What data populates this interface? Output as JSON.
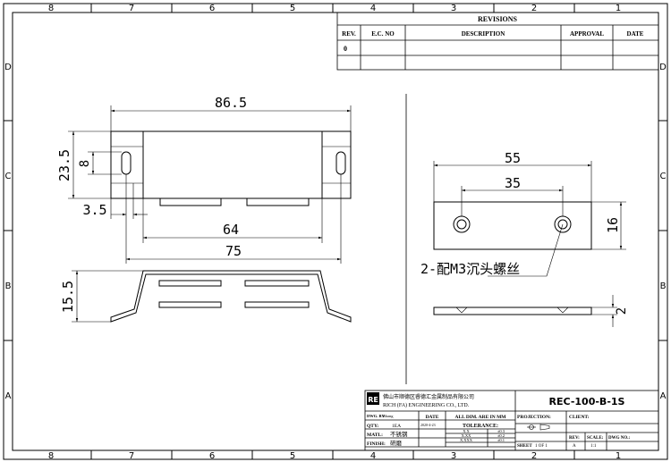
{
  "frame": {
    "col_labels": [
      "8",
      "7",
      "6",
      "5",
      "4",
      "3",
      "2",
      "1"
    ],
    "row_labels": [
      "D",
      "C",
      "B",
      "A"
    ]
  },
  "revisions": {
    "title": "REVISIONS",
    "headers": [
      "REV.",
      "E.C. NO",
      "DESCRIPTION",
      "APPROVAL",
      "DATE"
    ],
    "rows": [
      [
        "0",
        "",
        "",
        "",
        ""
      ]
    ]
  },
  "dimensions": {
    "overall_length": "86.5",
    "height": "23.5",
    "slot_height": "8",
    "slot_offset": "3.5",
    "inner_length": "64",
    "hole_span": "75",
    "side_height": "15.5",
    "plate_length": "55",
    "plate_hole_span": "35",
    "plate_height": "16",
    "plate_thickness": "2"
  },
  "annotation": {
    "screw_note": "2-配M3沉头螺丝"
  },
  "title_block": {
    "company_cn": "佛山市顺德区睿德汇金属制品有限公司",
    "company_en": "RICH (FA) ENGINEERING CO., LTD.",
    "logo_text": "RE",
    "drawing_no": "REC-100-B-1S",
    "dwg_by_label": "DWG. BY:",
    "dwg_by": "Zhang",
    "date_label": "DATE",
    "date": "2020-4-23",
    "dims_unit": "ALL DIM. ARE IN MM",
    "qty_label": "QTY:",
    "qty": "1EA",
    "tolerance_label": "TOLERANCE:",
    "tolerances": [
      {
        "fmt": "X.X",
        "val": "±0.3"
      },
      {
        "fmt": "X.XX",
        "val": "±0.2"
      },
      {
        "fmt": "X.XXX",
        "val": "±0.1"
      }
    ],
    "matl_label": "MATL:",
    "matl": "不锈钢",
    "finish_label": "FINISH:",
    "finish": "研磨",
    "projection_label": "PROJECTION:",
    "client_label": "CLIENT:",
    "sheet_label": "SHEET",
    "sheet": "1 OF 1",
    "rev_label": "REV:",
    "rev": "A",
    "scale_label": "SCALE:",
    "scale": "1:1",
    "dwg_no_label": "DWG NO.:"
  }
}
